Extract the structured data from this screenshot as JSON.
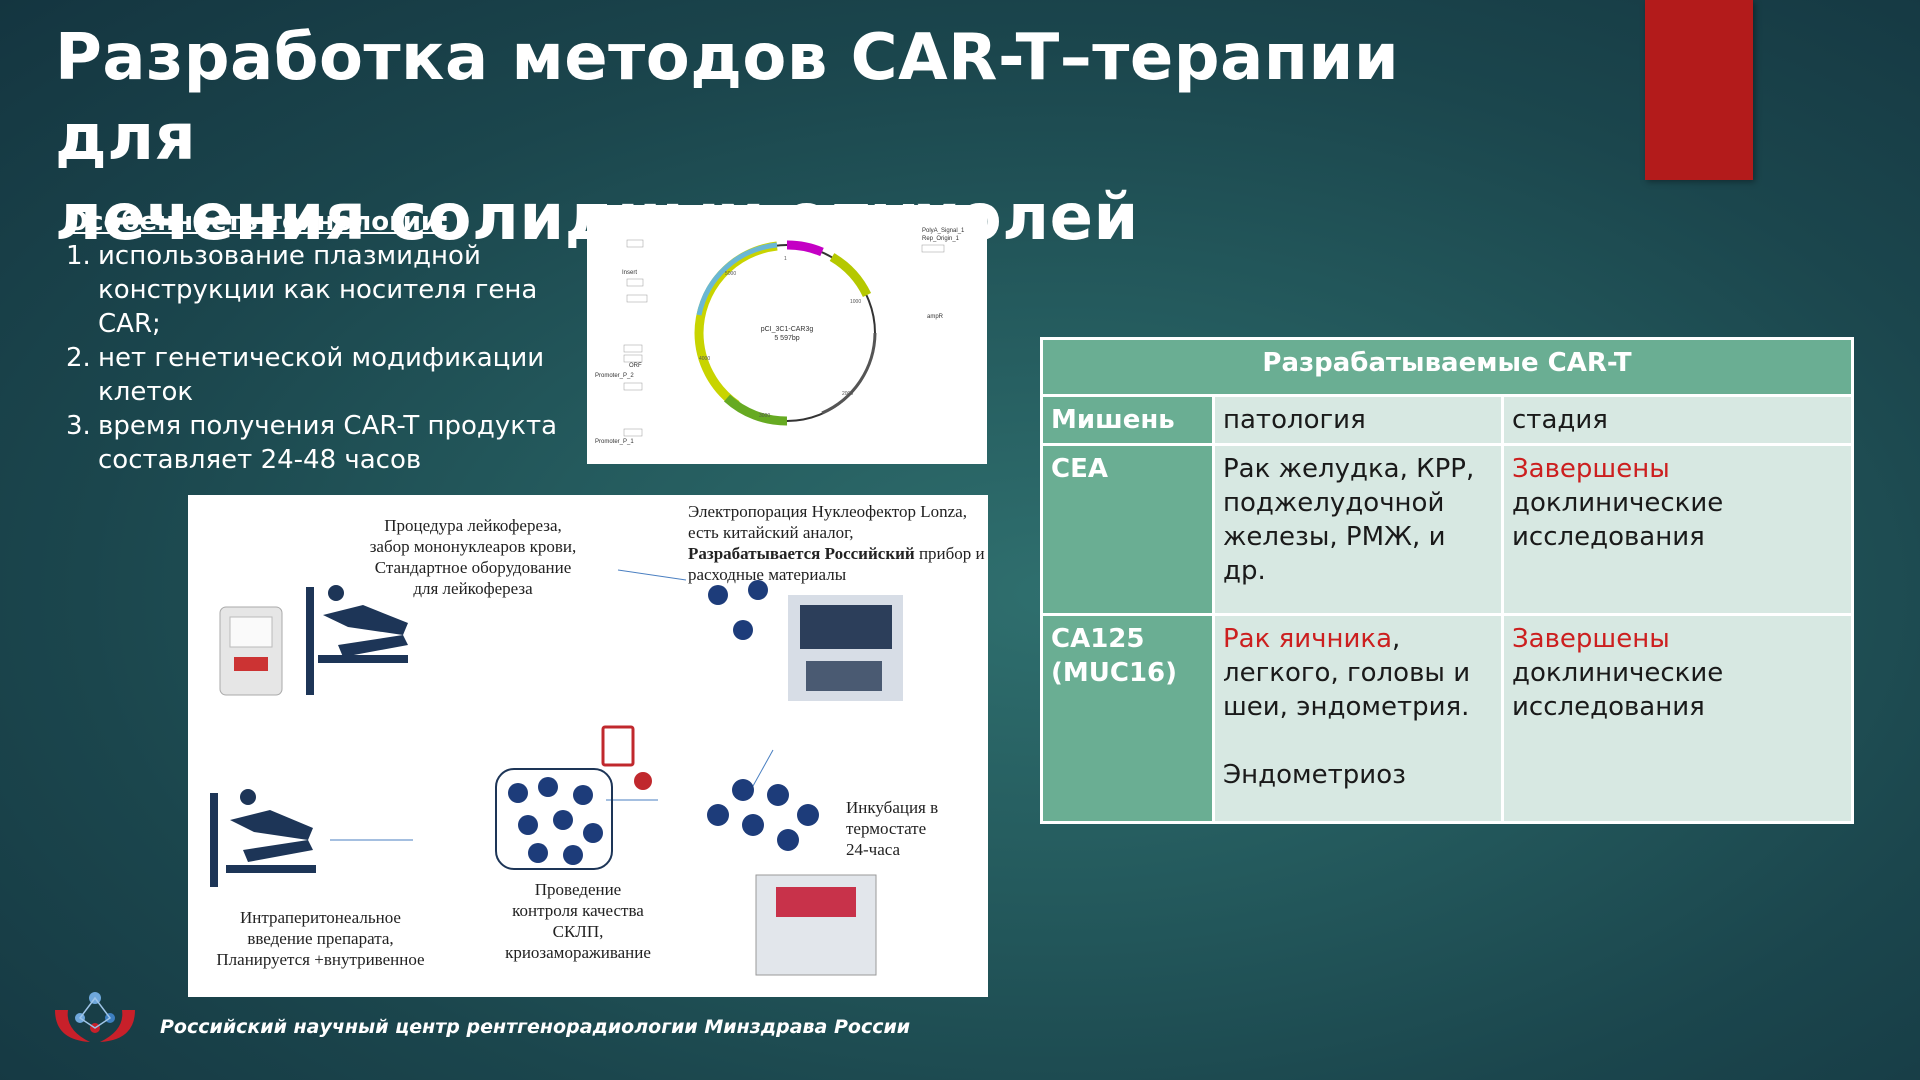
{
  "title": {
    "line1": "Разработка методов CAR-T–терапии для",
    "line2": "лечения солидных опухолей"
  },
  "features": {
    "heading": "Особенность технологии:",
    "items": [
      {
        "num": "1.",
        "text": "использование плазмидной конструкции как носителя гена CAR;"
      },
      {
        "num": "2.",
        "text": "нет генетической модификации клеток"
      },
      {
        "num": "3.",
        "text": "время получения CAR-T продукта составляет 24-48 часов"
      }
    ]
  },
  "plasmid": {
    "name": "pCI_3C1-CAR3g",
    "size": "5 597bp",
    "labels_left": [
      "Insert",
      "ORF",
      "Promoter_P_2",
      "Promoter_P_1"
    ],
    "labels_right": [
      "PolyA_Signal_1",
      "Rep_Origin_1",
      "ampR"
    ],
    "ticks": [
      "1",
      "1000",
      "2000",
      "3000",
      "4000",
      "5000"
    ]
  },
  "workflow": {
    "leukapheresis": "Процедура лейкофереза,\nзабор мононуклеаров крови,\nСтандартное оборудование\nдля лейкофереза",
    "electroporation_plain": "Электропорация Нуклеофектор Lonza, есть китайский аналог,",
    "electroporation_bold": "Разрабатывается Российский",
    "electroporation_tail": "прибор и расходные материалы",
    "incubation": "Инкубация в\nтермостате\n24-часа",
    "qc": "Проведение\nконтроля качества\nСКЛП,\nкриозамораживание",
    "infusion": "Интраперитонеальное\nвведение препарата,\nПланируется +внутривенное"
  },
  "table": {
    "header": "Разрабатываемые CAR-T",
    "columns": [
      "Мишень",
      "патология",
      "стадия"
    ],
    "rows": [
      {
        "target": "CEA",
        "pathology_red": "",
        "pathology": "Рак желудка, КРР, поджелудочной железы, РМЖ, и др.",
        "pathology_extra": "",
        "stage_red": "Завершены",
        "stage": "доклинические исследования"
      },
      {
        "target": "CA125 (MUC16)",
        "pathology_red": "Рак яичника",
        "pathology": ", легкого, головы и шеи, эндометрия.",
        "pathology_extra": "Эндометриоз",
        "stage_red": "Завершены",
        "stage": "доклинические исследования"
      }
    ]
  },
  "footer": {
    "org": "Российский научный центр рентгенорадиологии Минздрава России"
  },
  "colors": {
    "accent_red": "#b31b1b",
    "table_green": "#6aae93",
    "table_light": "#d7e8e2",
    "text_red": "#cc1f1f"
  }
}
